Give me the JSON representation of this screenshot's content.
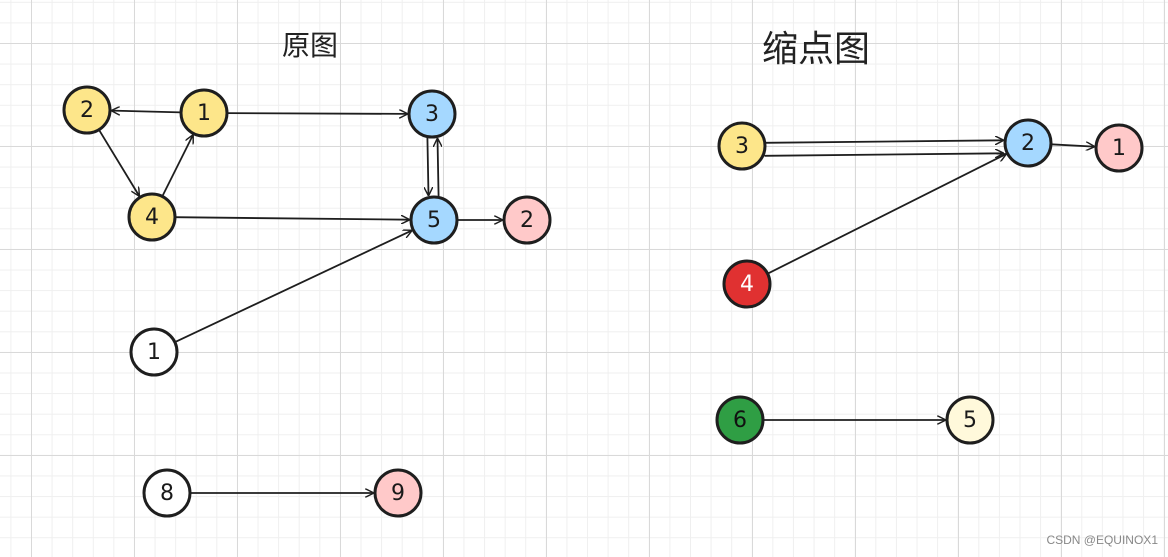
{
  "titles": {
    "left": "原图",
    "right": "缩点图"
  },
  "colors": {
    "yellow": "#fde68a",
    "blue": "#a5d8ff",
    "pink": "#ffc9c9",
    "white": "#ffffff",
    "red": "#e03131",
    "green": "#2f9e44",
    "cream": "#fff9db",
    "stroke": "#1e1e1e"
  },
  "original_graph": {
    "nodes": [
      {
        "id": "o1",
        "label": "1",
        "color": "yellow"
      },
      {
        "id": "o2",
        "label": "2",
        "color": "yellow"
      },
      {
        "id": "o4",
        "label": "4",
        "color": "yellow"
      },
      {
        "id": "o3",
        "label": "3",
        "color": "blue"
      },
      {
        "id": "o5",
        "label": "5",
        "color": "blue"
      },
      {
        "id": "o2b",
        "label": "2",
        "color": "pink"
      },
      {
        "id": "o1b",
        "label": "1",
        "color": "white"
      },
      {
        "id": "o8",
        "label": "8",
        "color": "white"
      },
      {
        "id": "o9",
        "label": "9",
        "color": "pink"
      }
    ],
    "edges": [
      {
        "from": "o1",
        "to": "o2"
      },
      {
        "from": "o2",
        "to": "o4"
      },
      {
        "from": "o4",
        "to": "o1"
      },
      {
        "from": "o1",
        "to": "o3"
      },
      {
        "from": "o4",
        "to": "o5"
      },
      {
        "from": "o3",
        "to": "o5"
      },
      {
        "from": "o5",
        "to": "o3"
      },
      {
        "from": "o5",
        "to": "o2b"
      },
      {
        "from": "o1b",
        "to": "o5"
      },
      {
        "from": "o8",
        "to": "o9"
      }
    ]
  },
  "condensed_graph": {
    "nodes": [
      {
        "id": "c3",
        "label": "3",
        "color": "yellow"
      },
      {
        "id": "c2",
        "label": "2",
        "color": "blue"
      },
      {
        "id": "c1",
        "label": "1",
        "color": "pink"
      },
      {
        "id": "c4",
        "label": "4",
        "color": "red"
      },
      {
        "id": "c6",
        "label": "6",
        "color": "green"
      },
      {
        "id": "c5",
        "label": "5",
        "color": "cream"
      }
    ],
    "edges": [
      {
        "from": "c3",
        "to": "c2"
      },
      {
        "from": "c3",
        "to": "c2"
      },
      {
        "from": "c4",
        "to": "c2"
      },
      {
        "from": "c2",
        "to": "c1"
      },
      {
        "from": "c6",
        "to": "c5"
      }
    ]
  },
  "watermark": "CSDN @EQUINOX1"
}
